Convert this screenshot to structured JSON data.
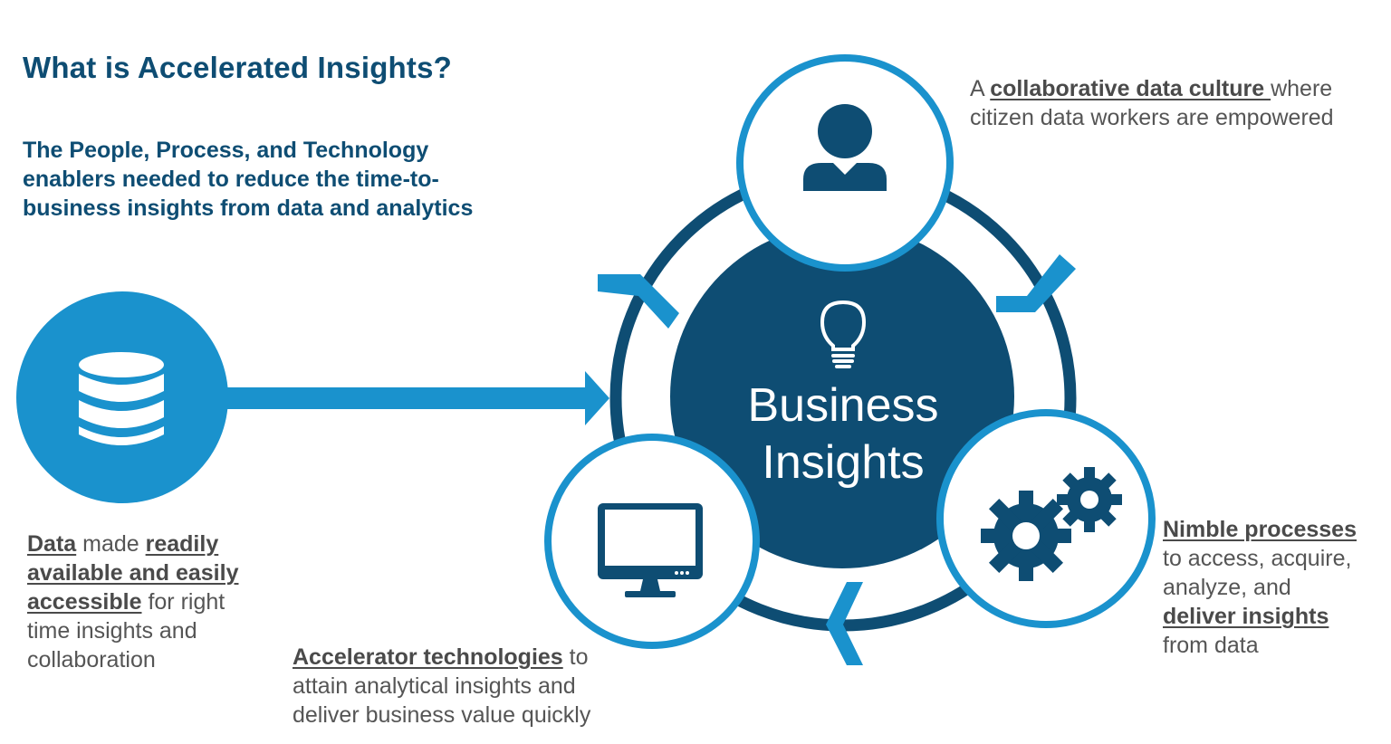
{
  "title": "What is Accelerated Insights?",
  "subtitle": {
    "line1": "The People, Process, and Technology",
    "line2": "enablers needed to reduce the time-to-",
    "line3": "business insights from data and analytics"
  },
  "center": {
    "line1": "Business",
    "line2": "Insights"
  },
  "data_caption": {
    "l1_a": "Data",
    "l1_b": " made ",
    "l1_c": "readily",
    "l2": "available and easily",
    "l3_a": "accessible",
    "l3_b": " for right",
    "l4": "time insights and",
    "l5": "collaboration"
  },
  "tech_caption": {
    "l1_a": "Accelerator technologies",
    "l1_b": " to",
    "l2": "attain analytical insights and",
    "l3": "deliver business value quickly"
  },
  "culture_caption": {
    "l1_a": "A ",
    "l1_b": "collaborative data culture ",
    "l1_c": "where",
    "l2": "citizen data workers are empowered"
  },
  "process_caption": {
    "l1": "Nimble processes",
    "l2": "to access, acquire,",
    "l3": "analyze, and",
    "l4": "deliver insights",
    "l5": "from data"
  },
  "colors": {
    "dark_blue": "#0e4d73",
    "accent_blue": "#1a92cd",
    "text_gray": "#555555"
  },
  "icons": [
    "database-icon",
    "arrow-right-icon",
    "person-icon",
    "lightbulb-icon",
    "monitor-icon",
    "gears-icon",
    "chevron-icon"
  ]
}
